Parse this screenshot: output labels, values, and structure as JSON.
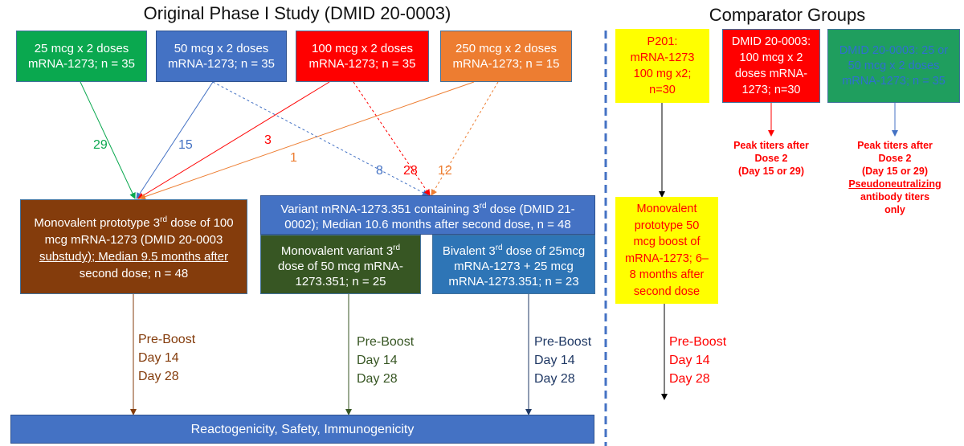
{
  "titles": {
    "original_study": "Original Phase I Study (DMID 20-0003)",
    "comparator": "Comparator Groups"
  },
  "colors": {
    "green": "#0aa84f",
    "blue": "#4472c4",
    "red": "#ff0000",
    "orange": "#ed7d31",
    "brown": "#843c0c",
    "dark_green": "#375623",
    "navy": "#1f3864",
    "steel_blue": "#2e75b6",
    "yellow": "#ffff00",
    "teal": "#1f9e5e"
  },
  "dose_groups": [
    {
      "lines": [
        "25 mcg x 2 doses",
        "mRNA-1273; n = 35"
      ]
    },
    {
      "lines": [
        "50 mcg x 2 doses",
        "mRNA-1273; n = 35"
      ]
    },
    {
      "lines": [
        "100 mcg x 2 doses",
        "mRNA-1273; n = 35"
      ]
    },
    {
      "lines": [
        "250 mcg x 2 doses",
        "mRNA-1273; n = 15"
      ]
    }
  ],
  "flow_counts": {
    "to_prototype": [
      "29",
      "15",
      "3",
      "1"
    ],
    "to_variant": [
      "8",
      "28",
      "12"
    ]
  },
  "boost_arms": {
    "prototype": [
      "Monovalent prototype 3rd dose of 100",
      "mcg mRNA-1273 (DMID 20-0003",
      "substudy); Median 9.5 months after",
      "second dose; n = 48"
    ],
    "variant_header": [
      "Variant mRNA-1273.351 containing 3rd dose (DMID 21-",
      "0002); Median 10.6 months after second dose, n = 48"
    ],
    "monovalent_variant": [
      "Monovalent variant 3rd",
      "dose of 50 mcg mRNA-",
      "1273.351; n = 25"
    ],
    "bivalent": [
      "Bivalent 3rd dose of 25mcg",
      "mRNA-1273 + 25 mcg",
      "mRNA-1273.351; n = 23"
    ]
  },
  "timepoints": [
    "Pre-Boost",
    "Day 14",
    "Day 28"
  ],
  "outcome": "Reactogenicity, Safety, Immunogenicity",
  "comparators": {
    "p201": [
      "P201:",
      "mRNA-1273",
      "100 mg x2;",
      "n=30"
    ],
    "dmid_100": [
      "DMID 20-0003:",
      "100 mcg x 2",
      "doses mRNA-",
      "1273; n=30"
    ],
    "dmid_25_50": [
      "DMID 20-0003: 25 or",
      "50 mcg x 2 doses",
      "mRNA-1273; n = 35"
    ],
    "p201_boost": [
      "Monovalent",
      "prototype 50",
      "mcg boost of",
      "mRNA-1273; 6–",
      "8 months after",
      "second dose"
    ],
    "peak_dmid_100": [
      "Peak titers after",
      "Dose 2",
      "(Day 15 or 29)"
    ],
    "peak_dmid_25_50": [
      "Peak titers after",
      "Dose 2",
      "(Day 15 or 29)",
      "Pseudoneutralizing",
      "antibody titers",
      "only"
    ]
  }
}
